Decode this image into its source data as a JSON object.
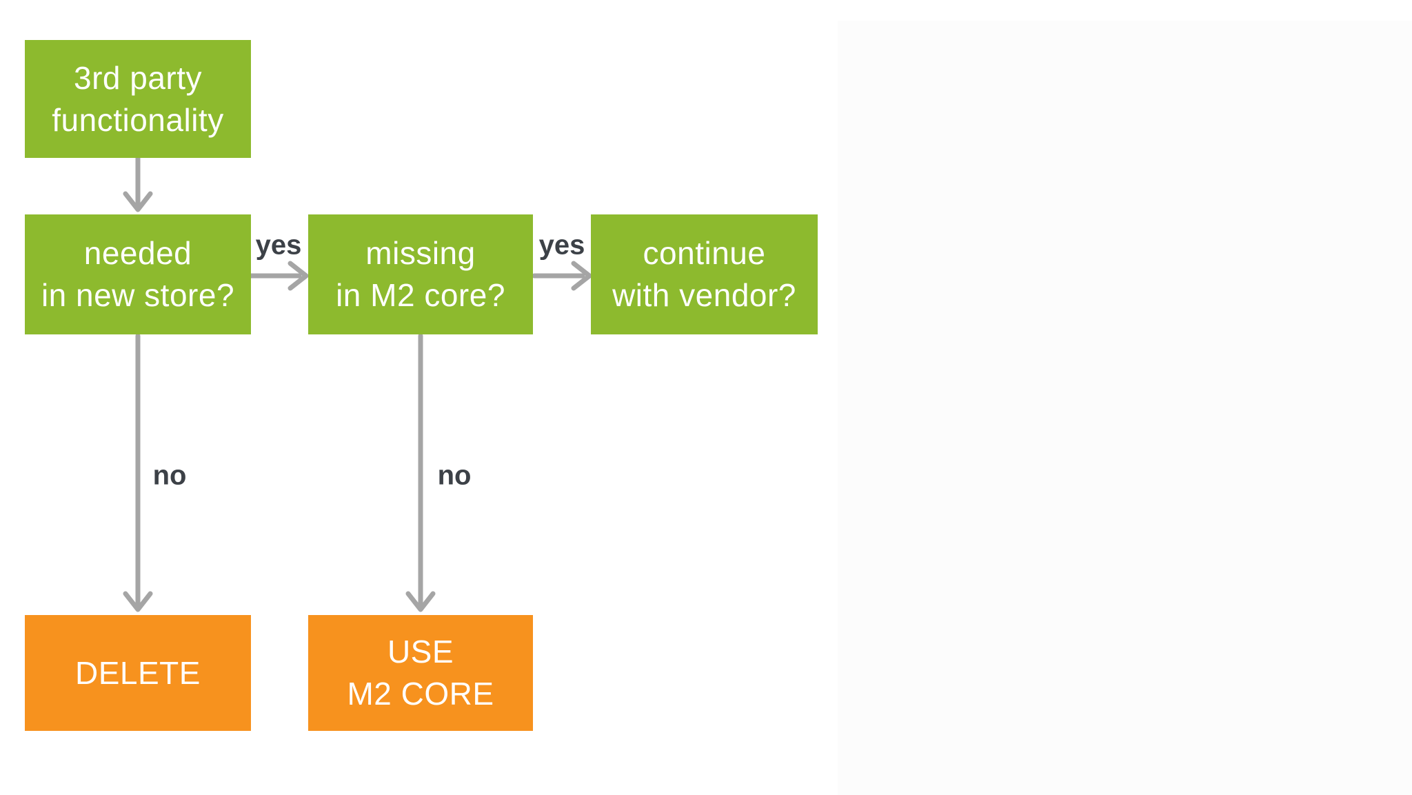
{
  "diagram": {
    "type": "flowchart",
    "nodes": [
      {
        "id": "start",
        "kind": "process",
        "color": "green",
        "label": "3rd party functionality",
        "label_lines": [
          "3rd party",
          "functionality"
        ]
      },
      {
        "id": "needed",
        "kind": "decision",
        "color": "green",
        "label": "needed in new store?",
        "label_lines": [
          "needed",
          "in new store?"
        ]
      },
      {
        "id": "missing",
        "kind": "decision",
        "color": "green",
        "label": "missing in M2 core?",
        "label_lines": [
          "missing",
          "in M2 core?"
        ]
      },
      {
        "id": "vendor",
        "kind": "decision",
        "color": "green",
        "label": "continue with vendor?",
        "label_lines": [
          "continue",
          "with vendor?"
        ]
      },
      {
        "id": "delete",
        "kind": "terminal",
        "color": "orange",
        "label": "DELETE",
        "label_lines": [
          "DELETE"
        ]
      },
      {
        "id": "use-core",
        "kind": "terminal",
        "color": "orange",
        "label": "USE M2 CORE",
        "label_lines": [
          "USE",
          "M2 CORE"
        ]
      }
    ],
    "edges": [
      {
        "from": "start",
        "to": "needed",
        "label": "",
        "direction": "down"
      },
      {
        "from": "needed",
        "to": "missing",
        "label": "yes",
        "direction": "right"
      },
      {
        "from": "missing",
        "to": "vendor",
        "label": "yes",
        "direction": "right"
      },
      {
        "from": "needed",
        "to": "delete",
        "label": "no",
        "direction": "down"
      },
      {
        "from": "missing",
        "to": "use-core",
        "label": "no",
        "direction": "down"
      }
    ]
  },
  "theme": {
    "node_green": "#8dba2e",
    "node_orange": "#f7921e",
    "node_text_color": "#ffffff",
    "arrow_gray": "#a5a5a5",
    "edge_label_color": "#3c4147",
    "background": "#ffffff",
    "panel_tint": "#fcfcfc"
  }
}
